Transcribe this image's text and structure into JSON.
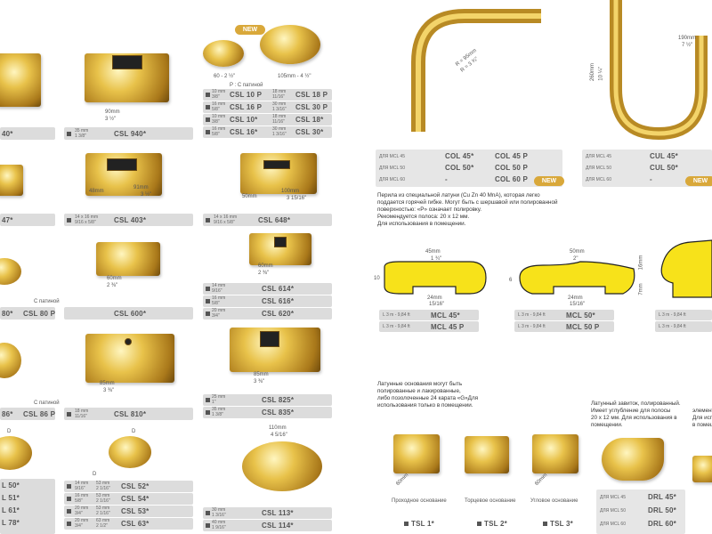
{
  "left": {
    "row1": {
      "c1_code": "40*",
      "c2_dim": [
        "35 mm",
        "1 3/8\""
      ],
      "c2_code": "CSL 940*",
      "c2_len": "90mm",
      "c2_len_in": "3 ½\"",
      "c3_dims": [
        "60 - 2 ½\"",
        "105mm - 4 ½\""
      ],
      "c3_note": "P : С патиной",
      "new": "NEW",
      "c3_rows": [
        {
          "d": [
            "10 mm",
            "3/8\""
          ],
          "code": "CSL 10 P",
          "d2": [
            "18 mm",
            "11/16\""
          ],
          "code2": "CSL 18 P"
        },
        {
          "d": [
            "16 mm",
            "5/8\""
          ],
          "code": "CSL 16 P",
          "d2": [
            "30 mm",
            "1 3/16\""
          ],
          "code2": "CSL 30 P"
        },
        {
          "d": [
            "10 mm",
            "3/8\""
          ],
          "code": "CSL 10*",
          "d2": [
            "18 mm",
            "11/16\""
          ],
          "code2": "CSL 18*"
        },
        {
          "d": [
            "16 mm",
            "5/8\""
          ],
          "code": "CSL 16*",
          "d2": [
            "30 mm",
            "1 3/16\""
          ],
          "code2": "CSL 30*"
        }
      ]
    },
    "row2": {
      "c1_code": "47*",
      "c2_dim": [
        "14 x 16 mm",
        "9/16 x 5/8\""
      ],
      "c2_code": "CSL 403*",
      "c2_l1": "48mm",
      "c2_l2": "91mm",
      "c2_l2_in": "3 ½\"",
      "c3_dim": [
        "14 x 16 mm",
        "9/16 x 5/8\""
      ],
      "c3_code": "CSL 648*",
      "c3_l1": "50mm",
      "c3_l2": "100mm",
      "c3_l2_in": "3 15/16\""
    },
    "row3": {
      "patina": "С патиной",
      "c1_codes": [
        "80*",
        "CSL 80 P"
      ],
      "c2_code": "CSL 600*",
      "c2_len": "60mm",
      "c2_len_in": "2 ⅜\"",
      "c3_len": "60mm",
      "c3_len_in": "2 ⅜\"",
      "c3_rows": [
        {
          "d": [
            "14 mm",
            "9/16\""
          ],
          "code": "CSL 614*"
        },
        {
          "d": [
            "16 mm",
            "5/8\""
          ],
          "code": "CSL 616*"
        },
        {
          "d": [
            "20 mm",
            "3/4\""
          ],
          "code": "CSL 620*"
        }
      ]
    },
    "row4": {
      "patina": "С патиной",
      "c1_codes": [
        "86*",
        "CSL 86 P"
      ],
      "c2_dim": [
        "18 mm",
        "11/16\""
      ],
      "c2_code": "CSL 810*",
      "c2_len": "85mm",
      "c2_len_in": "3 ⅜\"",
      "c3_len": "85mm",
      "c3_len_in": "3 ⅜\"",
      "c3_rows": [
        {
          "d": [
            "25 mm",
            "1\""
          ],
          "code": "CSL 825*"
        },
        {
          "d": [
            "35 mm",
            "1 3/8\""
          ],
          "code": "CSL 835*"
        }
      ]
    },
    "row5": {
      "d": "D",
      "c1_codes": [
        "L 50*",
        "L 51*",
        "L 61*",
        "L 78*"
      ],
      "c2_rows": [
        {
          "d": [
            "14 mm",
            "9/16\""
          ],
          "d2": [
            "53 mm",
            "2 1/16\""
          ],
          "code": "CSL 52*"
        },
        {
          "d": [
            "16 mm",
            "5/8\""
          ],
          "d2": [
            "53 mm",
            "2 1/16\""
          ],
          "code": "CSL 54*"
        },
        {
          "d": [
            "20 mm",
            "3/4\""
          ],
          "d2": [
            "53 mm",
            "2 1/16\""
          ],
          "code": "CSL 53*"
        },
        {
          "d": [
            "20 mm",
            "3/4\""
          ],
          "d2": [
            "63 mm",
            "2 1/2\""
          ],
          "code": "CSL 63*"
        }
      ],
      "c3_len": "110mm",
      "c3_len_in": "4 5/16\"",
      "c3_rows": [
        {
          "d": [
            "30 mm",
            "1 3/16\""
          ],
          "code": "CSL 113*"
        },
        {
          "d": [
            "40 mm",
            "1 9/16\""
          ],
          "code": "CSL 114*"
        }
      ]
    }
  },
  "right": {
    "bend": {
      "r": "R = 95mm",
      "r_in": "R = 3 ¾\"",
      "rows": [
        {
          "lab": "ДЛЯ MCL 45",
          "c1": "COL 45*",
          "c2": "COL 45 P"
        },
        {
          "lab": "ДЛЯ MCL 50",
          "c1": "COL 50*",
          "c2": "COL 50 P"
        },
        {
          "lab": "ДЛЯ MCL 60",
          "c1": "-",
          "c2": "COL 60 P"
        }
      ],
      "new": "NEW"
    },
    "u": {
      "w": "190mm",
      "w_in": "7 ½\"",
      "h": "260mm",
      "h_in": "10 ¼\"",
      "rows": [
        {
          "lab": "ДЛЯ MCL 45",
          "c1": "CUL 45*"
        },
        {
          "lab": "ДЛЯ MCL 50",
          "c1": "CUL 50*"
        },
        {
          "lab": "ДЛЯ MCL 60",
          "c1": "-"
        }
      ],
      "new": "NEW"
    },
    "desc": [
      "Перила из специальной латуни (Cu Zn 40 MnA), которая легко",
      "поддается горячей гибке. Могут быть с шершавой или полированной",
      "поверхностью: «P» означает полировку.",
      "Рекомендуется полоса: 20 х 12 мм.",
      "Для использования в помещении."
    ],
    "profiles": [
      {
        "w": "45mm",
        "w_in": "1 ¾\"",
        "h": "10",
        "inner": "24mm",
        "inner_in": "15/16\"",
        "rows": [
          {
            "lab": "L 3 m - 9,84 ft",
            "code": "MCL 45*"
          },
          {
            "lab": "L 3 m - 9,84 ft",
            "code": "MCL 45 P"
          }
        ]
      },
      {
        "w": "50mm",
        "w_in": "2\"",
        "h": "6",
        "inner": "24mm",
        "inner_in": "15/16\"",
        "rows": [
          {
            "lab": "L 3 m - 9,84 ft",
            "code": "MCL 50*"
          },
          {
            "lab": "L 3 m - 9,84 ft",
            "code": "MCL 50 P"
          }
        ]
      },
      {
        "h1": "16mm",
        "h2": "7mm",
        "rows": [
          {
            "lab": "L 3 m - 9,84 ft"
          },
          {
            "lab": "L 3 m - 9,84 ft"
          }
        ]
      }
    ],
    "bases_text": [
      "Латунные основания могут быть",
      "полированные и лакированные,",
      "либо позолоченные 24 карата «G»Для",
      "использования только в помещении."
    ],
    "bases": [
      {
        "label": "Проходное основание",
        "code": "TSL 1*",
        "dim": "60mm"
      },
      {
        "label": "Торцевое основание",
        "code": "TSL 2*",
        "dim": ""
      },
      {
        "label": "Угловое основание",
        "code": "TSL 3*",
        "dim": "60mm"
      }
    ],
    "scroll_text": [
      "Латунный завиток, полированный.",
      "Имеет углубление для полосы",
      "20 х 12 мм. Для использования в",
      "помещении."
    ],
    "scroll_rows": [
      {
        "lab": "ДЛЯ MCL 45",
        "code": "DRL 45*"
      },
      {
        "lab": "ДЛЯ MCL 50",
        "code": "DRL 50*"
      },
      {
        "lab": "ДЛЯ MCL 60",
        "code": "DRL 60*"
      }
    ],
    "edge_text": [
      "элемент",
      "Для исп",
      "в помещ"
    ]
  },
  "colors": {
    "gold": "#d9a83a",
    "bar": "#dcdcdc",
    "yellow": "#f7e21a"
  }
}
